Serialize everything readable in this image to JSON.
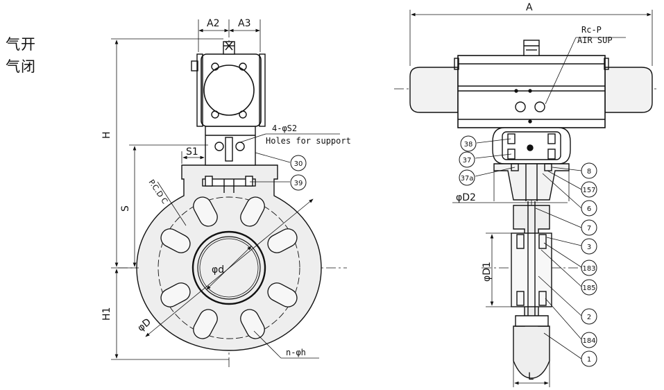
{
  "labels": {
    "air_open": "气开",
    "air_close": "气闭"
  },
  "front_view": {
    "A2": "A2",
    "A3": "A3",
    "H": "H",
    "H1": "H1",
    "S": "S",
    "S1": "S1",
    "support_holes": "4-φS2",
    "support_note": "Holes for support",
    "pcd": "P.C.D C",
    "bore": "φd",
    "outer_d": "φD",
    "bolt_holes": "n-φh"
  },
  "side_view": {
    "A": "A",
    "air_port": "Rc-P",
    "air_sup": "AIR SUP",
    "D2": "φD2",
    "D1": "φD1",
    "L": "L"
  },
  "balloons": [
    "30",
    "39",
    "38",
    "37",
    "37a",
    "8",
    "157",
    "6",
    "7",
    "3",
    "183",
    "185",
    "2",
    "184",
    "1"
  ]
}
